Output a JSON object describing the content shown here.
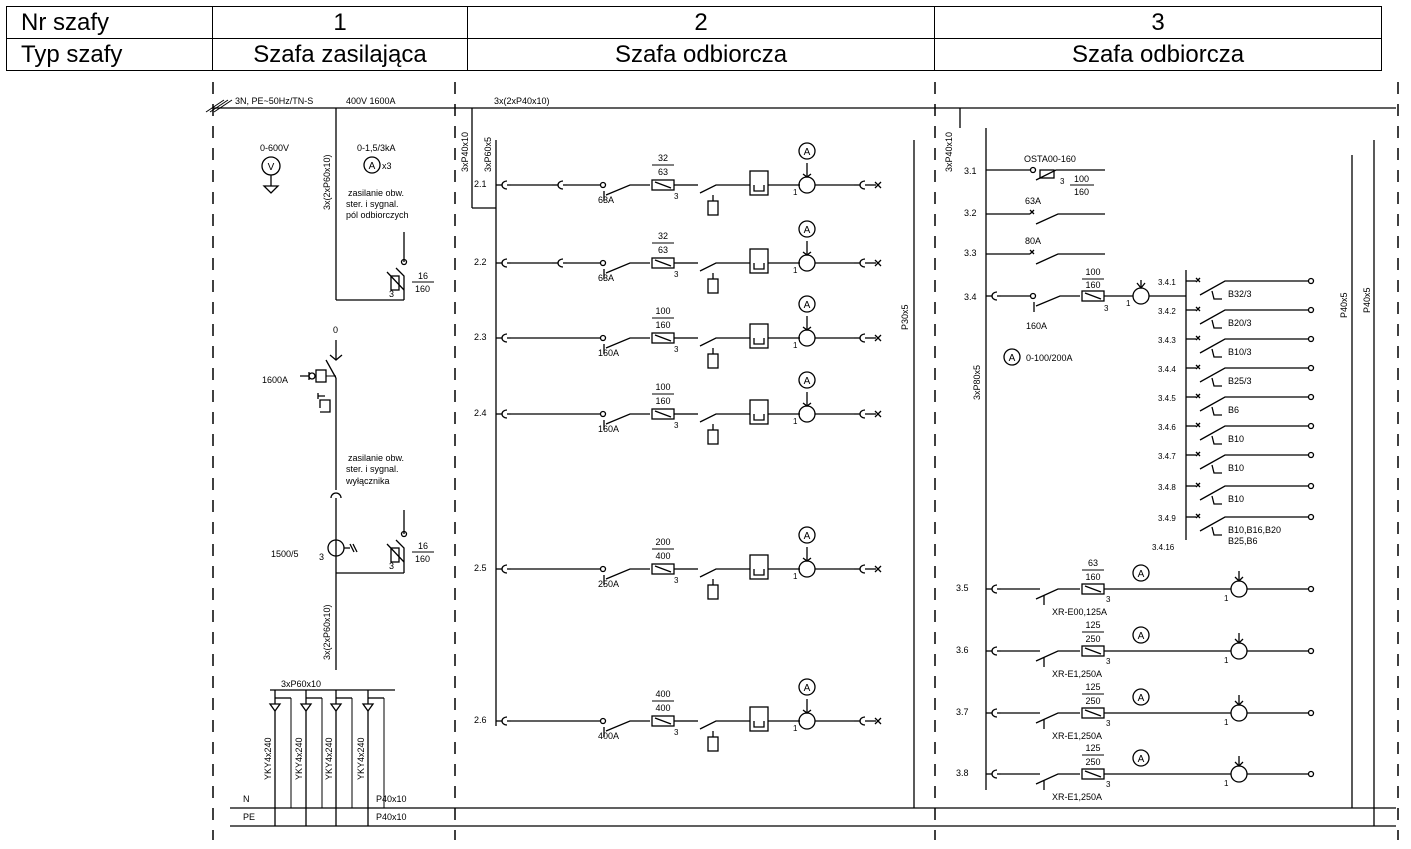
{
  "header": {
    "row1_label": "Nr szafy",
    "row2_label": "Typ szafy",
    "cabinets": [
      {
        "nr": "1",
        "type": "Szafa zasilająca"
      },
      {
        "nr": "2",
        "type": "Szafa odbiorcza"
      },
      {
        "nr": "3",
        "type": "Szafa odbiorcza"
      }
    ]
  },
  "cab1": {
    "supply": "3N, PE~50Hz/TN-S",
    "rating": "400V  1600A",
    "voltmeter_range": "0-600V",
    "ammeter_range": "0-1,5/3kA",
    "ammeter_count": "x3",
    "note1": [
      "zasilanie obw.",
      "ster. i sygnal.",
      "pól odbiorczych"
    ],
    "fuse_top": "16",
    "fuse_bot": "160",
    "breaker": "1600A",
    "note2": [
      "zasilanie obw.",
      "ster. i sygnal.",
      "wyłącznika"
    ],
    "ct": "1500/5",
    "bus_vertical": "3x(2xP60x10)",
    "bus_bottom": "3xP60x10",
    "cable": "YKY4x240",
    "n_label": "N",
    "pe_label": "PE",
    "n_bar": "P40x10",
    "pe_bar": "P40x10"
  },
  "cab2": {
    "main_bus": "3x(2xP40x10)",
    "v_bus1": "3xP40x10",
    "v_bus2": "3xP60x5",
    "pe_bus": "P30x5",
    "feeders": [
      {
        "id": "2.1",
        "top": "32",
        "bot": "63",
        "amp": "63A"
      },
      {
        "id": "2.2",
        "top": "32",
        "bot": "63",
        "amp": "63A"
      },
      {
        "id": "2.3",
        "top": "100",
        "bot": "160",
        "amp": "160A"
      },
      {
        "id": "2.4",
        "top": "100",
        "bot": "160",
        "amp": "160A"
      },
      {
        "id": "2.5",
        "top": "200",
        "bot": "400",
        "amp": "250A"
      },
      {
        "id": "2.6",
        "top": "400",
        "bot": "400",
        "amp": "400A"
      }
    ]
  },
  "cab3": {
    "v_bus1": "3xP40x10",
    "v_bus2": "3xP80x5",
    "pe_bus1": "P40x5",
    "pe_bus2": "P40x5",
    "f31": {
      "id": "3.1",
      "name": "OSTA00-160",
      "top": "100",
      "bot": "160"
    },
    "f32": {
      "id": "3.2",
      "amp": "63A"
    },
    "f33": {
      "id": "3.3",
      "amp": "80A"
    },
    "f34": {
      "id": "3.4",
      "top": "100",
      "bot": "160",
      "amp": "160A",
      "ammeter": "0-100/200A"
    },
    "sub": [
      {
        "id": "3.4.1",
        "rating": "B32/3"
      },
      {
        "id": "3.4.2",
        "rating": "B20/3"
      },
      {
        "id": "3.4.3",
        "rating": "B10/3"
      },
      {
        "id": "3.4.4",
        "rating": "B25/3"
      },
      {
        "id": "3.4.5",
        "rating": "B6"
      },
      {
        "id": "3.4.6",
        "rating": "B10"
      },
      {
        "id": "3.4.7",
        "rating": "B10"
      },
      {
        "id": "3.4.8",
        "rating": "B10"
      },
      {
        "id": "3.4.9",
        "rating": "B10,B16,B20"
      }
    ],
    "sub_extra": "B25,B6",
    "sub_last": "3.4.16",
    "lower": [
      {
        "id": "3.5",
        "top": "63",
        "bot": "160",
        "breaker": "XR-E00,125A"
      },
      {
        "id": "3.6",
        "top": "125",
        "bot": "250",
        "breaker": "XR-E1,250A"
      },
      {
        "id": "3.7",
        "top": "125",
        "bot": "250",
        "breaker": "XR-E1,250A"
      },
      {
        "id": "3.8",
        "top": "125",
        "bot": "250",
        "breaker": "XR-E1,250A"
      }
    ]
  },
  "sym": {
    "A": "A",
    "V": "V",
    "n3": "3",
    "n1": "1",
    "zero": "0"
  }
}
